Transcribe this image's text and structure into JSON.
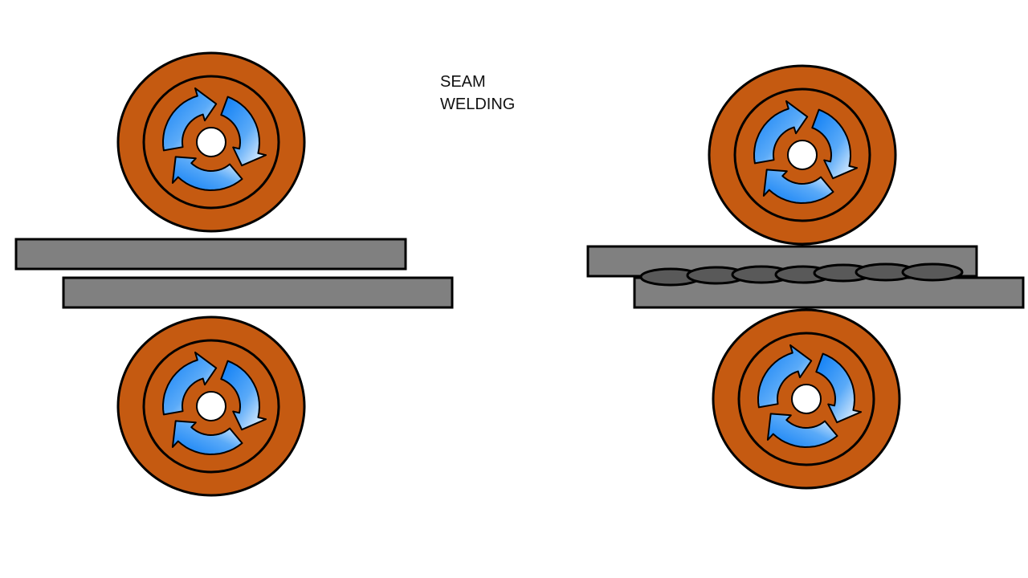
{
  "title": {
    "line1": "SEAM",
    "line2": "WELDING"
  },
  "colors": {
    "roller": "#C55A11",
    "outline": "#000000",
    "sheet": "#808080",
    "weld_nugget": "#595959",
    "arrow_dark": "#0A7CF5",
    "arrow_light": "#FFFFFF",
    "background": "#FFFFFF"
  },
  "panels": [
    {
      "name": "before-welding",
      "weld_nuggets": 0
    },
    {
      "name": "after-welding",
      "weld_nuggets": 7
    }
  ],
  "icons": [
    "rotation-arrows-icon"
  ]
}
